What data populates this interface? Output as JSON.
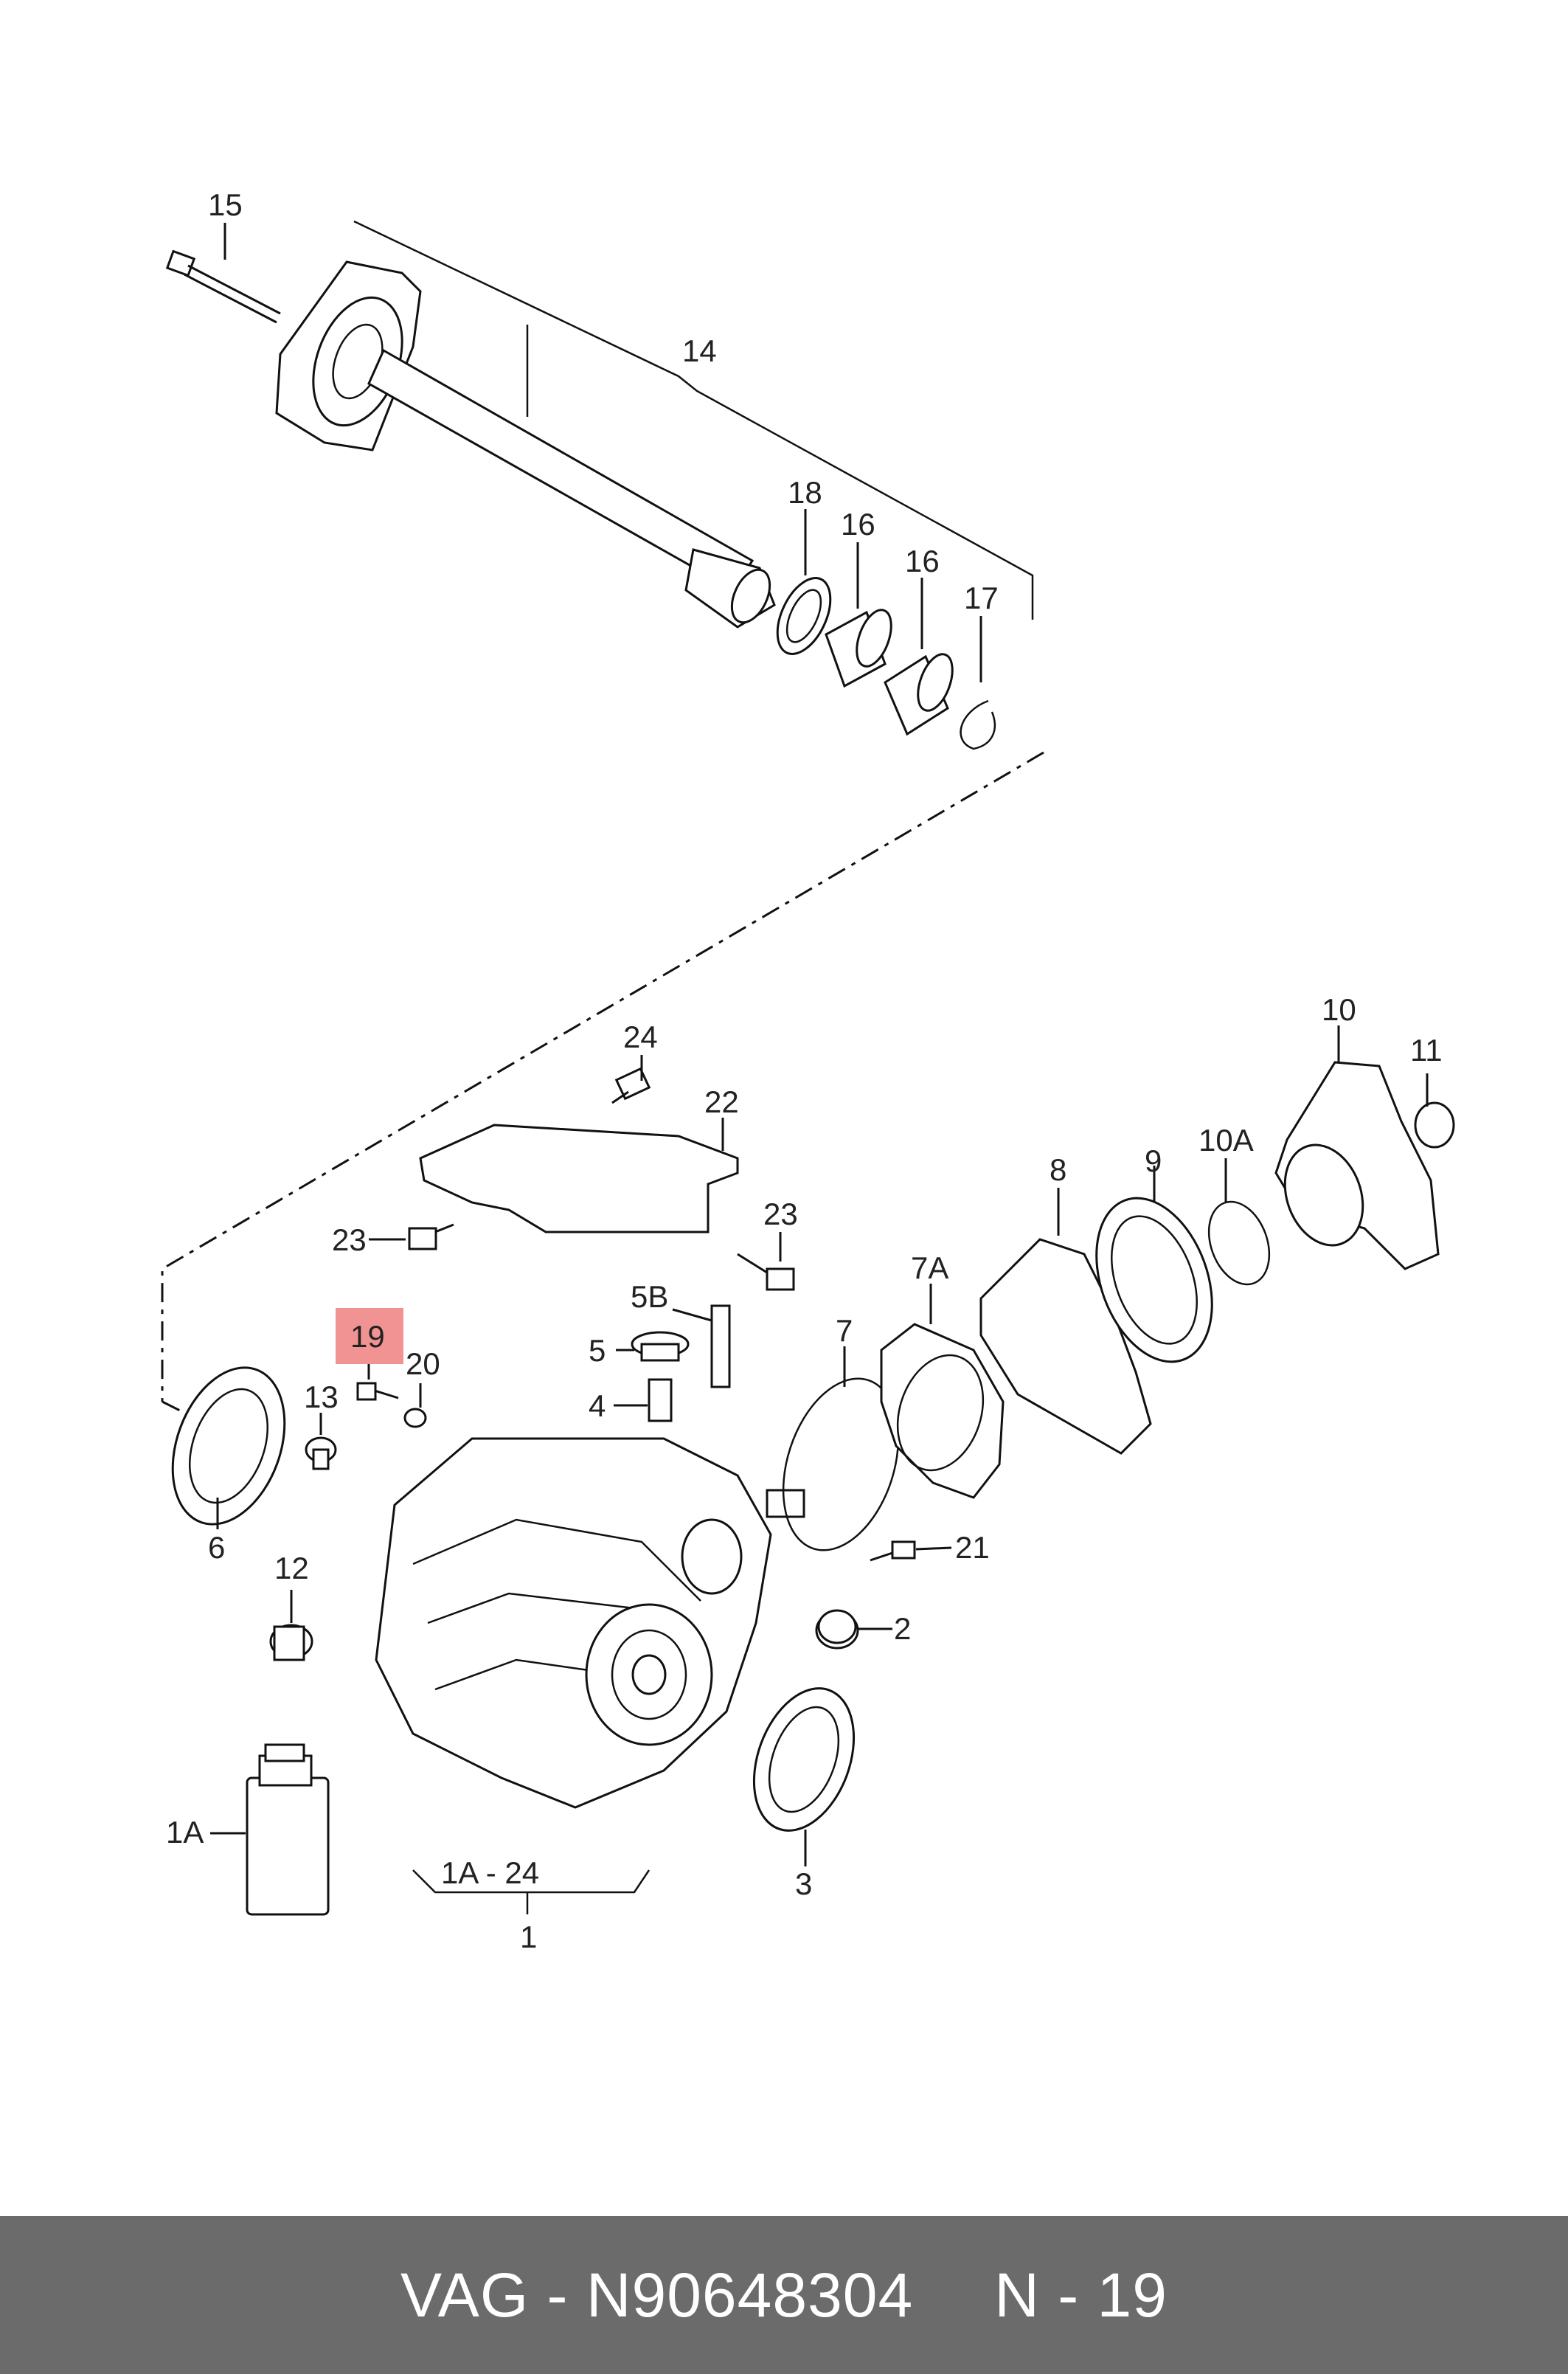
{
  "labels": {
    "p15": "15",
    "p14": "14",
    "p18": "18",
    "p16a": "16",
    "p16b": "16",
    "p17": "17",
    "p24": "24",
    "p22": "22",
    "p23a": "23",
    "p23b": "23",
    "p10": "10",
    "p11": "11",
    "p10a": "10A",
    "p8": "8",
    "p9": "9",
    "p7a": "7A",
    "p7": "7",
    "p5b": "5B",
    "p5": "5",
    "p4": "4",
    "p19": "19",
    "p20": "20",
    "p13": "13",
    "p6": "6",
    "p12": "12",
    "p21": "21",
    "p2": "2",
    "p1a": "1A",
    "p3": "3",
    "p1range": "1A - 24",
    "p1": "1"
  },
  "highlight_color": "#f08080",
  "footer": {
    "brand_part": "VAG - N90648304",
    "ref": "N - 19"
  }
}
